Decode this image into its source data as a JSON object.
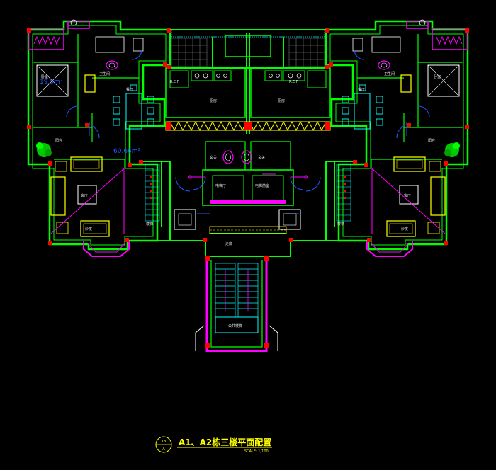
{
  "drawing": {
    "title": "A1、A2栋三楼平面配置",
    "scale": "SCALE: 1/100",
    "tag_top": "18",
    "tag_bottom": "A"
  },
  "areas": {
    "left_room_area": "19.5m²",
    "left_unit_area": "60.66m²"
  },
  "labels": {
    "ref_left": "R.E.F",
    "ref_right": "R.E.F",
    "room_dining_left": "餐厅",
    "room_dining_right": "餐厅",
    "room_kitchen_left": "厨房",
    "room_kitchen_right": "厨房",
    "room_living_left": "客厅",
    "room_living_right": "客厅",
    "room_bedroom_left": "卧室",
    "room_bedroom_right": "卧室",
    "room_bath_left": "卫生间",
    "room_bath_right": "卫生间",
    "room_balcony_left": "阳台",
    "room_balcony_right": "阳台",
    "room_hall_left": "玄关",
    "room_hall_right": "玄关",
    "elevator_hall": "电梯厅",
    "stair_label": "楼梯",
    "lobby_label": "电梯前室",
    "corridor_label": "走廊",
    "sofa_left": "沙发",
    "sofa_right": "沙发",
    "stair_room": "公共楼梯"
  },
  "colors": {
    "wall": "#00ff00",
    "accent": "#ff00ff",
    "furniture": "#00ffff",
    "door": "#2255ff",
    "column": "#ff0000",
    "annotation": "#ffff00",
    "tile": "#888888"
  }
}
